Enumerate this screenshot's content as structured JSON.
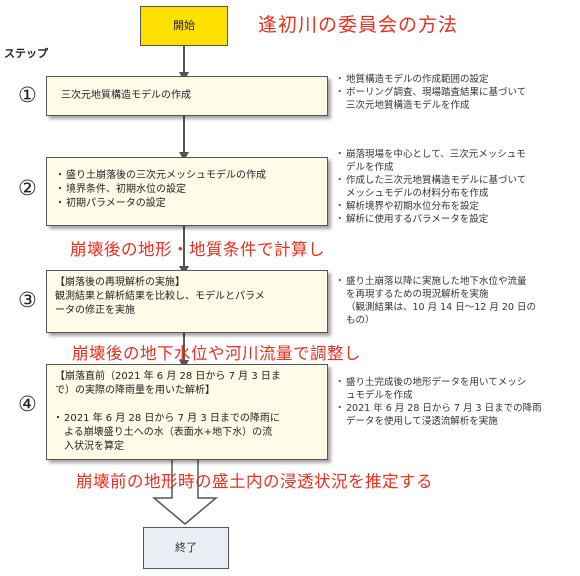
{
  "title": "逢初川の委員会の方法",
  "step_label": "ステップ",
  "start_label": "開始",
  "end_label": "終了",
  "steps": [
    {
      "number": "①",
      "box_lines": [
        "三次元地質構造モデルの作成"
      ],
      "notes": [
        "地質構造モデルの作成範囲の設定",
        "ボーリング調査、現場踏査結果に基づいて\n三次元地質構造モデルを作成"
      ]
    },
    {
      "number": "②",
      "box_lines": [
        "盛り土崩落後の三次元メッシュモデルの作成",
        "境界条件、初期水位の設定",
        "初期パラメータの設定"
      ],
      "notes": [
        "崩落現場を中心として、三次元メッシュモ\nデルを作成",
        "作成した三次元地質構造モデルに基づいて\nメッシュモデルの材料分布を作成",
        "解析境界や初期水位分布を設定",
        "解析に使用するパラメータを設定"
      ]
    },
    {
      "number": "③",
      "box_heading": "【崩落後の再現解析の実施】",
      "box_lines": [
        "観測結果と解析結果を比較し、モデルとパラメ\nータの修正を実施"
      ],
      "notes": [
        "盛り土崩落以降に実施した地下水位や流量\nを再現するための現況解析を実施\n（観測結果は、10 月 14 日～12 月 20 日の\nもの）"
      ]
    },
    {
      "number": "④",
      "box_heading": "【崩落直前（2021 年 6 月 28 日から 7 月 3 日ま\nで）の実際の降雨量を用いた解析】",
      "box_lines": [
        "2021 年 6 月 28 日から 7 月 3 日までの降雨に\nよる崩壊盛り土への水（表面水+地下水）の流\n入状況を算定"
      ],
      "notes": [
        "盛り土完成後の地形データを用いてメッシ\nュモデルを作成",
        "2021 年 6 月 28 日から 7 月 3 日までの降雨\nデータを使用して浸透流解析を実施"
      ]
    }
  ],
  "annotations": [
    "崩壊後の地形・地質条件で計算し",
    "崩壊後の地下水位や河川流量で調整し",
    "崩壊前の地形時の盛土内の浸透状況を推定する"
  ]
}
